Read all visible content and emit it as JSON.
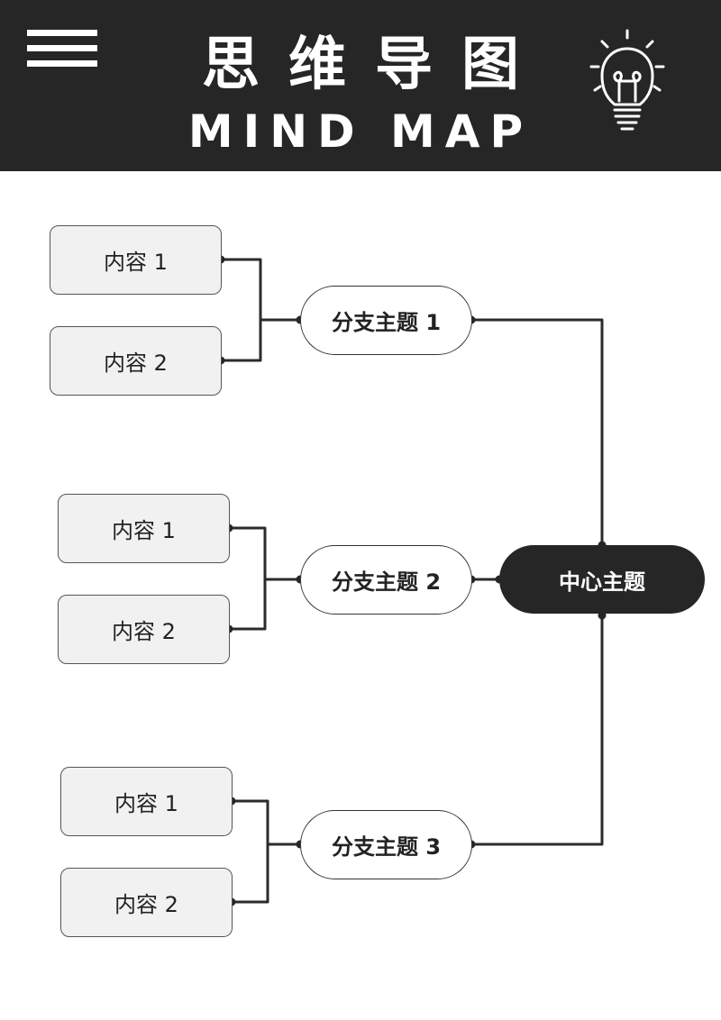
{
  "header": {
    "title_cn": "思维导图",
    "title_en": "MIND MAP",
    "menu_icon": "hamburger-menu-icon",
    "bulb_icon": "lightbulb-icon",
    "background_color": "#262626",
    "text_color": "#ffffff"
  },
  "mindmap": {
    "center": "中心主题",
    "branches": [
      {
        "label": "分支主题 1",
        "items": [
          "内容 1",
          "内容 2"
        ]
      },
      {
        "label": "分支主题 2",
        "items": [
          "内容 1",
          "内容 2"
        ]
      },
      {
        "label": "分支主题 3",
        "items": [
          "内容 1",
          "内容 2"
        ]
      }
    ],
    "colors": {
      "center_fill": "#262626",
      "content_fill": "#f1f1f1",
      "line": "#333333"
    }
  }
}
